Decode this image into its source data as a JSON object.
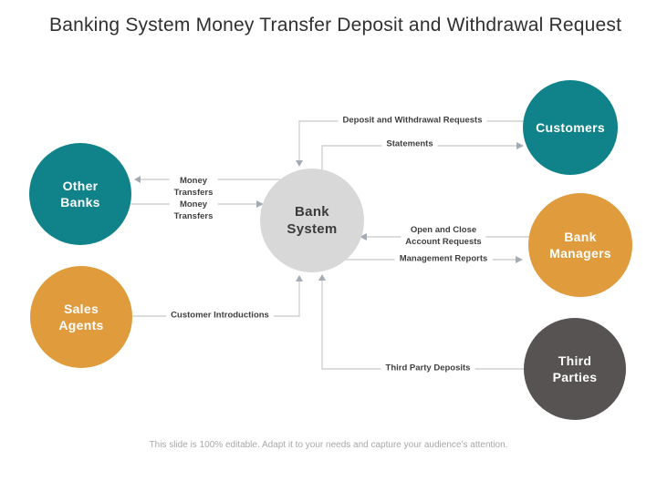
{
  "title": "Banking System Money Transfer Deposit and Withdrawal Request",
  "footer": "This slide is 100% editable. Adapt it to your needs and capture your audience’s attention.",
  "colors": {
    "teal": "#10838A",
    "orange": "#E09B3D",
    "dark_gray": "#565352",
    "center_gray": "#D8D8D8",
    "line": "#C7C7C7",
    "arrow": "#A3ACB5",
    "label_text": "#3F3F3F",
    "title_text": "#303030",
    "footer_text": "#A8A8A8"
  },
  "nodes": {
    "bank_system": {
      "label": "Bank\nSystem"
    },
    "other_banks": {
      "label": "Other\nBanks"
    },
    "sales_agents": {
      "label": "Sales\nAgents"
    },
    "customers": {
      "label": "Customers"
    },
    "bank_managers": {
      "label": "Bank\nManagers"
    },
    "third_parties": {
      "label": "Third\nParties"
    }
  },
  "edges": {
    "deposit_withdrawal": {
      "label": "Deposit and Withdrawal Requests",
      "from": "Customers",
      "to": "Bank System"
    },
    "statements": {
      "label": "Statements",
      "from": "Bank System",
      "to": "Customers"
    },
    "money_transfers_out": {
      "label": "Money\nTransfers",
      "from": "Bank System",
      "to": "Other Banks"
    },
    "money_transfers_in": {
      "label": "Money\nTransfers",
      "from": "Other Banks",
      "to": "Bank System"
    },
    "open_close_accounts": {
      "label": "Open and Close\nAccount Requests",
      "from": "Bank Managers",
      "to": "Bank System"
    },
    "management_reports": {
      "label": "Management Reports",
      "from": "Bank System",
      "to": "Bank Managers"
    },
    "customer_introductions": {
      "label": "Customer Introductions",
      "from": "Sales Agents",
      "to": "Bank System"
    },
    "third_party_deposits": {
      "label": "Third Party Deposits",
      "from": "Third Parties",
      "to": "Bank System"
    }
  }
}
